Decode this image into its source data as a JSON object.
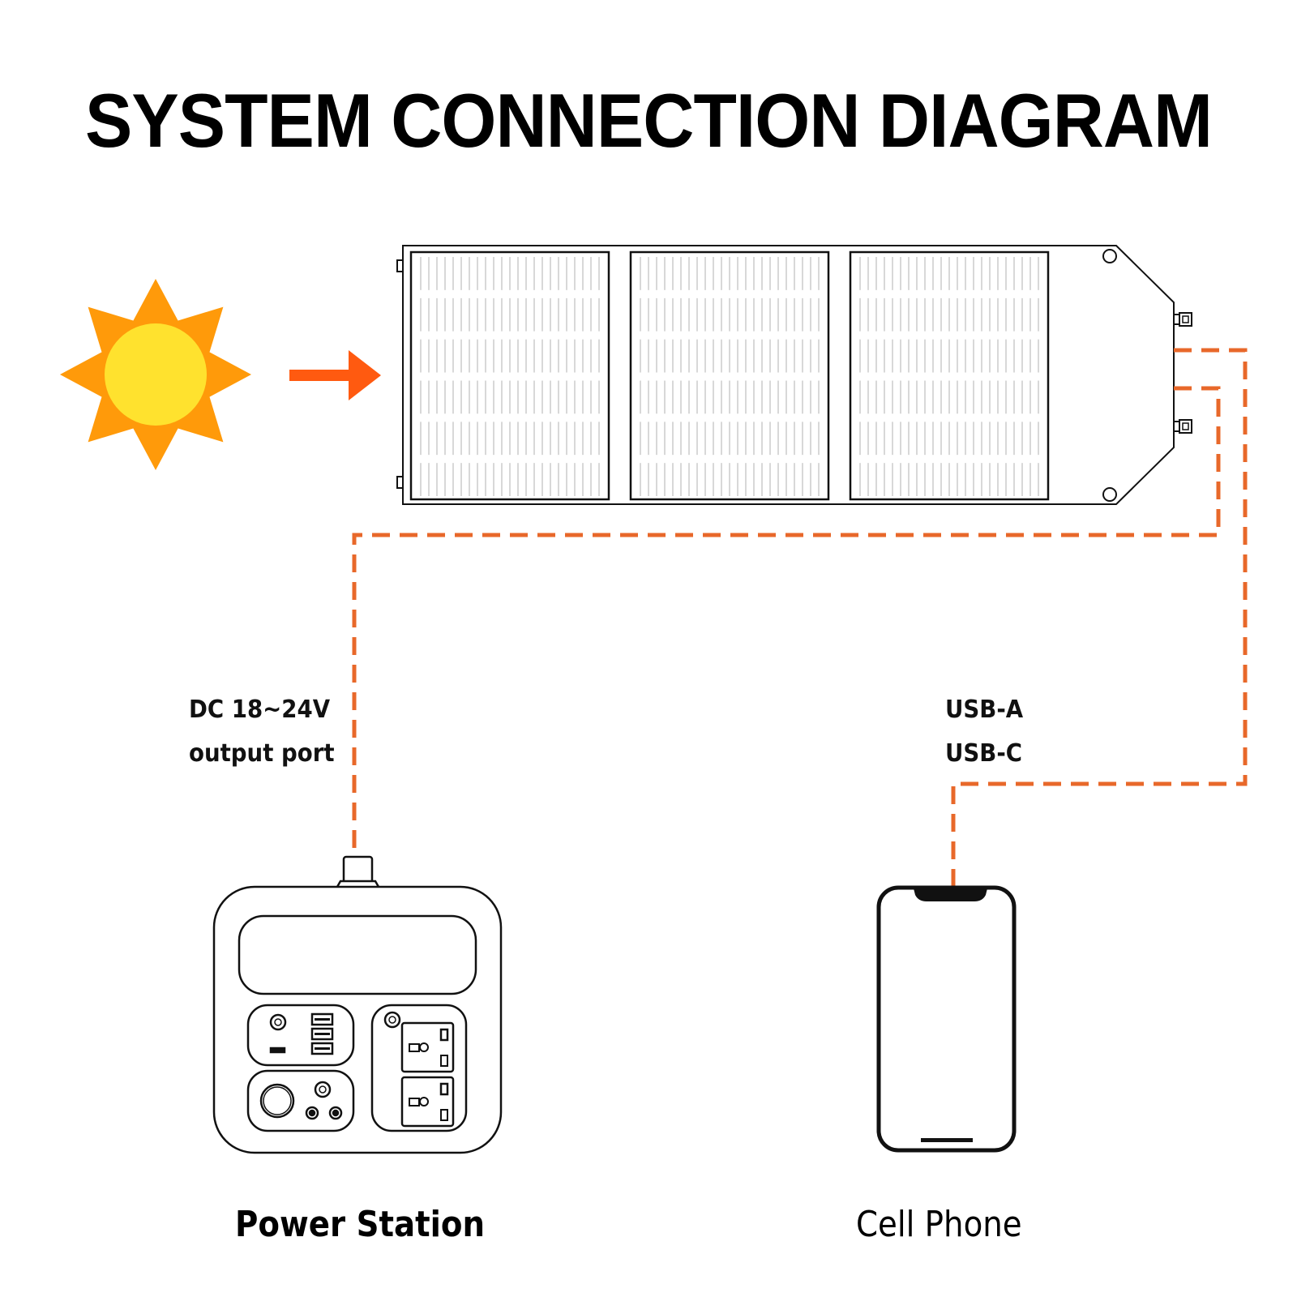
{
  "title": "SYSTEM CONNECTION DIAGRAM",
  "labels": {
    "dc_line1": "DC 18~24V",
    "dc_line2": "output port",
    "usb_a": "USB-A",
    "usb_c": "USB-C"
  },
  "devices": {
    "power_station": "Power Station",
    "cell_phone": "Cell Phone"
  },
  "colors": {
    "sun_rays": "#FF9A0A",
    "sun_core": "#FFE22E",
    "arrow": "#FF5A10",
    "cable": "#E8682A",
    "outline": "#111111",
    "cell_lines": "#CFCFCF"
  },
  "components": {
    "solar_panel_cells": 3,
    "usb_a_ports": 3,
    "ac_outlets": 2
  }
}
